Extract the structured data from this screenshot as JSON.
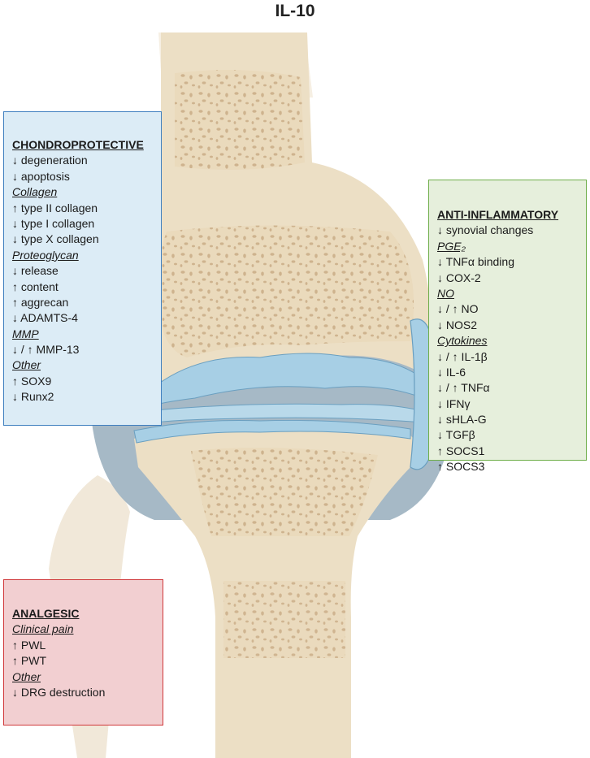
{
  "title": "IL-10",
  "colors": {
    "chondro_fill": "#dcecf6",
    "chondro_border": "#3f7fbf",
    "anti_fill": "#e6efdc",
    "anti_border": "#6fae4a",
    "analgesic_fill": "#f2cfd1",
    "analgesic_border": "#d0393b",
    "bone": "#ecdfc5",
    "cartilage": "#a7cfe5",
    "synovium": "#9fb6c4"
  },
  "panels": {
    "chondroprotective": {
      "heading": "CHONDROPROTECTIVE",
      "lines": [
        {
          "text": "↓ degeneration",
          "style": "item"
        },
        {
          "text": "↓ apoptosis",
          "style": "item"
        },
        {
          "text": "Collagen",
          "style": "sub"
        },
        {
          "text": "↑ type II collagen",
          "style": "item"
        },
        {
          "text": "↓ type I collagen",
          "style": "item"
        },
        {
          "text": "↓ type X collagen",
          "style": "item"
        },
        {
          "text": "Proteoglycan",
          "style": "sub"
        },
        {
          "text": "↓ release",
          "style": "item"
        },
        {
          "text": "↑ content",
          "style": "item"
        },
        {
          "text": "↑ aggrecan",
          "style": "item"
        },
        {
          "text": "↓ ADAMTS-4",
          "style": "item"
        },
        {
          "text": "MMP",
          "style": "sub"
        },
        {
          "text": "↓ / ↑ MMP-13",
          "style": "item"
        },
        {
          "text": "Other",
          "style": "sub"
        },
        {
          "text": "↑ SOX9",
          "style": "item"
        },
        {
          "text": "↓ Runx2",
          "style": "item"
        }
      ]
    },
    "anti_inflammatory": {
      "heading": "ANTI-INFLAMMATORY",
      "lines": [
        {
          "text": "↓ synovial changes",
          "style": "item"
        },
        {
          "text": "PGE₂",
          "style": "sub"
        },
        {
          "text": "↓ TNFα binding",
          "style": "item"
        },
        {
          "text": "↓ COX-2",
          "style": "item"
        },
        {
          "text": "NO",
          "style": "sub"
        },
        {
          "text": "↓ / ↑ NO",
          "style": "item"
        },
        {
          "text": "↓ NOS2",
          "style": "item"
        },
        {
          "text": "Cytokines",
          "style": "sub"
        },
        {
          "text": "↓ / ↑ IL-1β",
          "style": "item"
        },
        {
          "text": "↓ IL-6",
          "style": "item"
        },
        {
          "text": "↓ / ↑ TNFα",
          "style": "item"
        },
        {
          "text": "↓ IFNγ",
          "style": "item"
        },
        {
          "text": "↓ sHLA-G",
          "style": "item"
        },
        {
          "text": "↓ TGFβ",
          "style": "item"
        },
        {
          "text": "↑ SOCS1",
          "style": "item"
        },
        {
          "text": "↑ SOCS3",
          "style": "item"
        }
      ]
    },
    "analgesic": {
      "heading": "ANALGESIC",
      "lines": [
        {
          "text": "Clinical pain",
          "style": "sub"
        },
        {
          "text": "↑ PWL",
          "style": "item"
        },
        {
          "text": "↑ PWT",
          "style": "item"
        },
        {
          "text": "Other",
          "style": "sub"
        },
        {
          "text": "↓ DRG destruction",
          "style": "item"
        }
      ]
    }
  }
}
